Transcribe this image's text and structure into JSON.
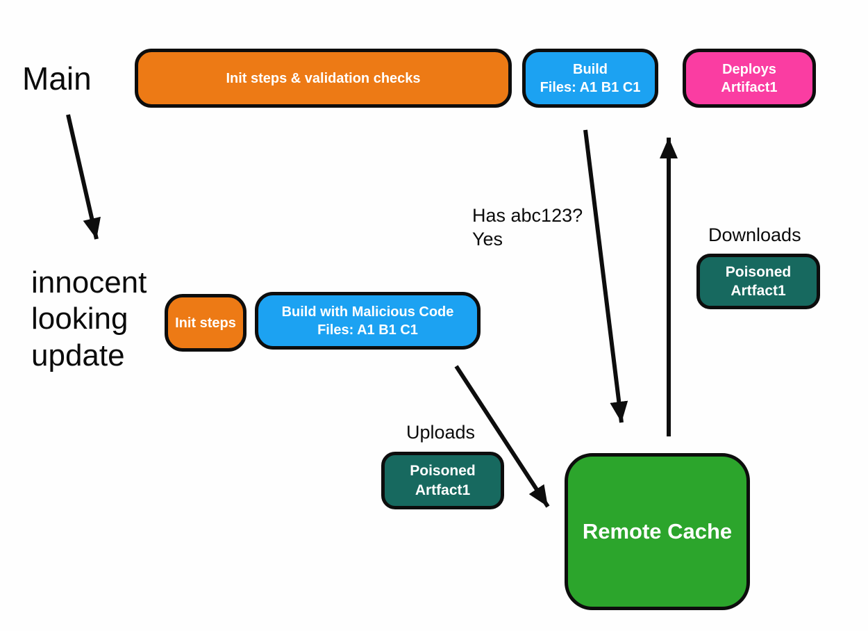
{
  "colors": {
    "orange": "#ED7A15",
    "blue": "#1CA2F2",
    "pink": "#FA3DA2",
    "teal": "#17695F",
    "green": "#2CA52C",
    "border": "#0D0D0D",
    "text": "#0B0B0B",
    "node_text": "#FFFFFF"
  },
  "labels": {
    "main": "Main",
    "innocent_update": "innocent\nlooking\nupdate",
    "has_hash": "Has abc123?\nYes",
    "downloads": "Downloads",
    "uploads": "Uploads"
  },
  "nodes": {
    "init_validation": {
      "label": "Init steps & validation checks"
    },
    "build_main": {
      "line1": "Build",
      "line2": "Files: A1 B1 C1"
    },
    "deploys_artifact": {
      "line1": "Deploys",
      "line2": "Artifact1"
    },
    "init_steps": {
      "label": "Init steps"
    },
    "build_malicious": {
      "line1": "Build with Malicious Code",
      "line2": "Files: A1 B1 C1"
    },
    "poisoned_download": {
      "line1": "Poisoned",
      "line2": "Artfact1"
    },
    "poisoned_upload": {
      "line1": "Poisoned",
      "line2": "Artfact1"
    },
    "remote_cache": {
      "label": "Remote Cache"
    }
  }
}
